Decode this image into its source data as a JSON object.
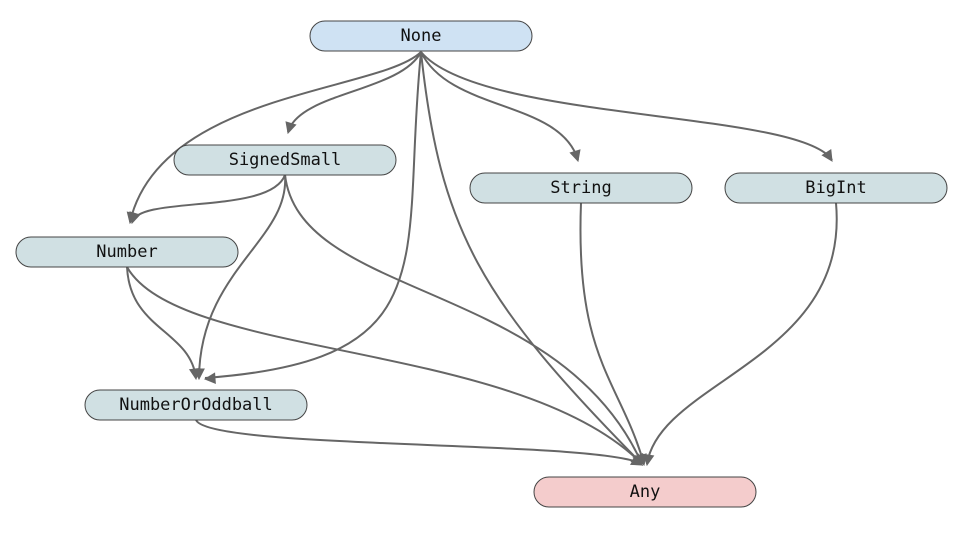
{
  "colors": {
    "source_fill": "#cfe2f3",
    "default_fill": "#d0e0e3",
    "sink_fill": "#f4cccc",
    "edge": "#666666"
  },
  "nodes": [
    {
      "id": "none",
      "label": "None",
      "role": "source"
    },
    {
      "id": "signedsmall",
      "label": "SignedSmall",
      "role": "default"
    },
    {
      "id": "string",
      "label": "String",
      "role": "default"
    },
    {
      "id": "bigint",
      "label": "BigInt",
      "role": "default"
    },
    {
      "id": "number",
      "label": "Number",
      "role": "default"
    },
    {
      "id": "numberoroddball",
      "label": "NumberOrOddball",
      "role": "default"
    },
    {
      "id": "any",
      "label": "Any",
      "role": "sink"
    }
  ],
  "edges": [
    {
      "from": "none",
      "to": "signedsmall"
    },
    {
      "from": "none",
      "to": "number"
    },
    {
      "from": "none",
      "to": "string"
    },
    {
      "from": "none",
      "to": "bigint"
    },
    {
      "from": "none",
      "to": "numberoroddball"
    },
    {
      "from": "none",
      "to": "any"
    },
    {
      "from": "signedsmall",
      "to": "number"
    },
    {
      "from": "signedsmall",
      "to": "numberoroddball"
    },
    {
      "from": "signedsmall",
      "to": "any"
    },
    {
      "from": "number",
      "to": "numberoroddball"
    },
    {
      "from": "number",
      "to": "any"
    },
    {
      "from": "string",
      "to": "any"
    },
    {
      "from": "bigint",
      "to": "any"
    },
    {
      "from": "numberoroddball",
      "to": "any"
    }
  ]
}
